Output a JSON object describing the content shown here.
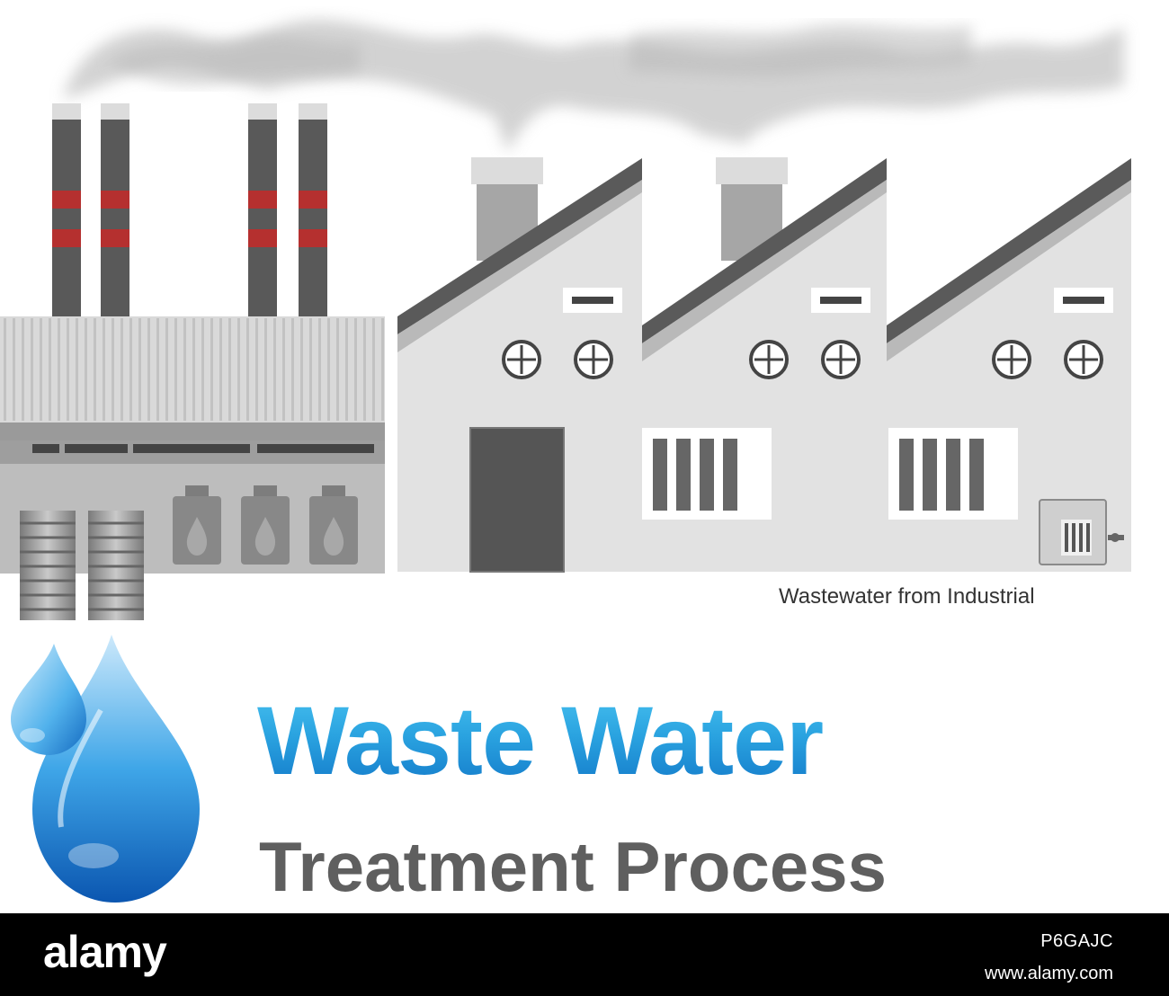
{
  "caption": "Wastewater from Industrial",
  "title": {
    "line1": "Waste Water",
    "line2": "Treatment Process"
  },
  "footer": {
    "brand": "alamy",
    "image_id": "P6GAJC",
    "url": "www.alamy.com"
  },
  "colors": {
    "title_blue": "#2aa3e0",
    "title_gray": "#5f5f5f",
    "building_gray": "#e2e2e2",
    "roof_dark": "#5a5a5a",
    "chimney_band_red": "#b5302f",
    "drop_blue": "#1a7fd0"
  },
  "icons": [
    "factory-illustration",
    "smoke-cloud",
    "water-drop-icon"
  ]
}
